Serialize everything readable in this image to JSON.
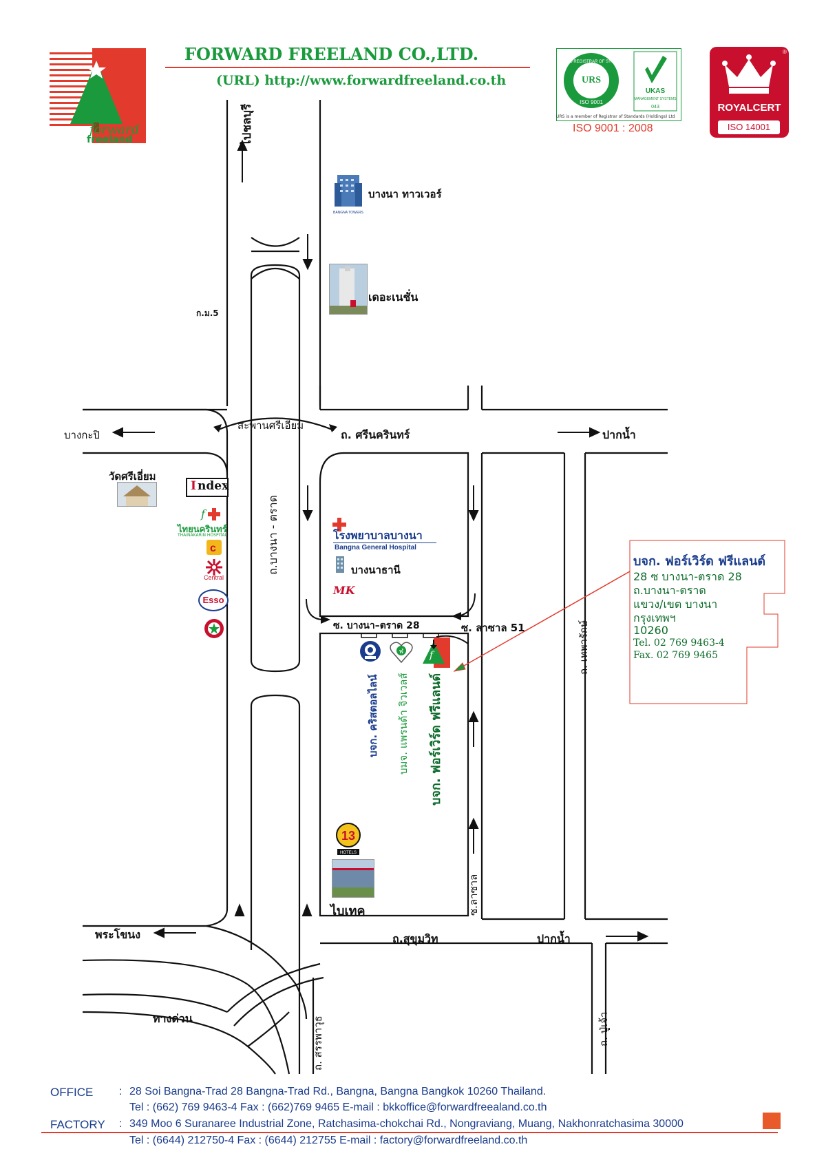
{
  "header": {
    "company_name": "FORWARD FREELAND CO.,LTD.",
    "url_line": "(URL) http://www.forwardfreeland.co.th",
    "logo_text_1": "forward",
    "logo_text_2": "freeland"
  },
  "certifications": {
    "urs_ring": "UNITED REGISTRAR OF SYSTEMS",
    "urs_mark": "URS",
    "urs_iso": "ISO 9001",
    "ukas_label": "UKAS",
    "ukas_sub": "MANAGEMENT SYSTEMS",
    "ukas_num": "043",
    "urs_note": "URS is a member of Registrar of Standards (Holdings) Ltd",
    "iso9001": "ISO 9001 : 2008",
    "royal_name": "ROYALCERT",
    "royal_iso": "ISO 14001",
    "registered_mark": "®"
  },
  "map": {
    "roads": {
      "bang_na_trat_vertical": "ถ.บางนา - ตราด",
      "srinakarin": "ถ. ศรีนครินทร์",
      "sukhumvit": "ถ.สุขุมวิท",
      "soi_bangna_trat_28": "ซ. บางนา–ตราด 28",
      "soi_lasalle_51": "ซ. ลาซาล 51",
      "soi_lasalle_vertical": "ซ.ลาซาล",
      "thepharak": "ถ. เทพารักษ์",
      "puchao": "ถ. ปู่เจ้า",
      "sanphawut": "ถ. สรรพาวุธ",
      "tang_duan": "ทางด่วน",
      "km5": "ก.ม.5",
      "bridge": "สะพานศรีเอี่ยม"
    },
    "directions": {
      "chonburi": "ไปชลบุรี",
      "bang_kapi": "บางกะปิ",
      "paknam_top": "ปากน้ำ",
      "phra_khanong": "พระโขนง",
      "paknam_bottom": "ปากน้ำ"
    },
    "landmarks": {
      "bangna_tower": "บางนา ทาวเวอร์",
      "bangna_tower_logo": "BANGNA TOWERS",
      "the_nation": "เดอะเนชั่น",
      "wat_si_iam": "วัดศรีเอี่ยม",
      "index": "Index",
      "thainakarin": "ไทยนครินทร์",
      "thainakarin_en": "THAINAKARIN HOSPITAL",
      "central": "Central",
      "esso": "Esso",
      "bangna_hospital_th": "โรงพยาบาลบางนา",
      "bangna_hospital_en": "Bangna General Hospital",
      "bangna_thani": "บางนาธานี",
      "mk": "MK",
      "crystal_line": "บจก. คริสตอลไลน์",
      "prenda_jewels": "บมจ. แพรนด้า จิวเวลส์",
      "forward_freeland_vertical": "บจก. ฟอร์เวิร์ด ฟรีแลนด์",
      "hotel_13": "13",
      "hotels": "HOTELS",
      "bitec": "ไบเทค"
    },
    "address_box": {
      "title": "บจก. ฟอร์เวิร์ด ฟรีแลนด์",
      "line1": "28 ซ บางนา-ตราด 28",
      "line2": "ถ.บางนา-ตราด",
      "line3": "แขวง/เขต บางนา",
      "line4": "กรุงเทพฯ",
      "line5": "10260",
      "tel": "Tel. 02 769 9463-4",
      "fax": "Fax. 02 769 9465"
    }
  },
  "footer": {
    "office_label": "OFFICE",
    "office_sep": ":",
    "office_address": "28 Soi Bangna-Trad 28 Bangna-Trad Rd., Bangna, Bangna Bangkok 10260 Thailand.",
    "office_contact": "Tel : (662) 769 9463-4 Fax : (662)769 9465 E-mail : bkkoffice@forwardfreealand.co.th",
    "factory_label": "FACTORY",
    "factory_sep": ":",
    "factory_address": "349 Moo 6 Suranaree Industrial Zone, Ratchasima-chokchai Rd., Nongraviang, Muang, Nakhonratchasima 30000",
    "factory_contact": "Tel  : (6644) 212750-4 Fax  : (6644) 212755 E-mail : factory@forwardfreeland.co.th"
  },
  "colors": {
    "brand_green": "#1a9a3c",
    "brand_red": "#e23b2d",
    "royal_red": "#c8102e",
    "text_blue": "#1a3c8c"
  }
}
